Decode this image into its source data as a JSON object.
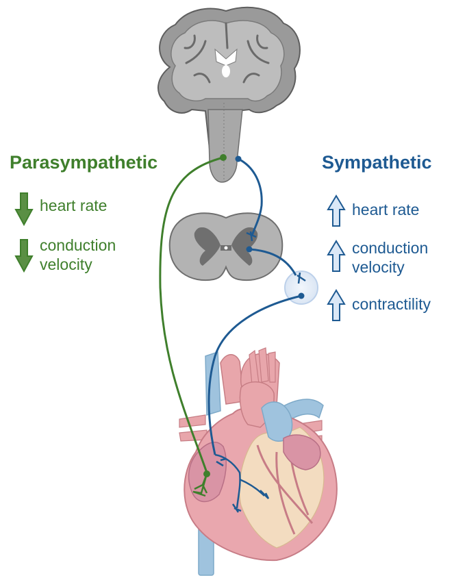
{
  "parasympathetic": {
    "title": "Parasympathetic",
    "color": "#3f7f2c",
    "direction": "decrease",
    "effects": [
      "heart rate",
      "conduction velocity"
    ]
  },
  "sympathetic": {
    "title": "Sympathetic",
    "color": "#1e5a92",
    "direction": "increase",
    "effects": [
      "heart rate",
      "conduction velocity",
      "contractility"
    ]
  },
  "icons": [
    "brain-icon",
    "spinal-cord-cross-section-icon",
    "ganglion-icon",
    "heart-icon",
    "arrow-down-icon",
    "arrow-up-icon"
  ]
}
